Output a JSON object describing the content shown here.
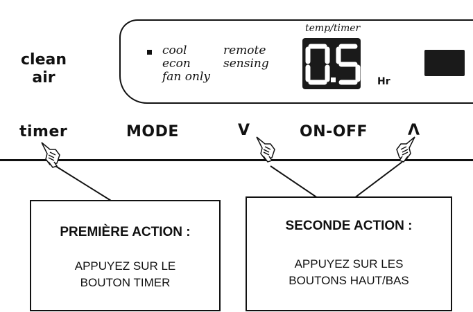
{
  "panel": {
    "brand_line1": "clean",
    "brand_line2": "air",
    "modes": [
      "cool",
      "econ",
      "fan only"
    ],
    "remote_line1": "remote",
    "remote_line2": "sensing",
    "temp_label": "temp/timer",
    "display_value": "0.5",
    "hr_label": "Hr"
  },
  "buttons": {
    "timer": "timer",
    "mode": "MODE",
    "down": "V",
    "onoff": "ON-OFF",
    "up": "Λ"
  },
  "boxes": {
    "first_title": "PREMIÈRE ACTION :",
    "first_line1": "APPUYEZ SUR LE",
    "first_line2": "BOUTON TIMER",
    "second_title": "SECONDE ACTION :",
    "second_line1": "APPUYEZ SUR LES",
    "second_line2": "BOUTONS HAUT/BAS"
  },
  "icons": [
    "pointing-hand-icon",
    "pointing-hand-icon",
    "pointing-hand-icon"
  ],
  "colors": {
    "ink": "#111111",
    "lcd": "#1a1a1a",
    "lcd_digit": "#ffffff"
  }
}
